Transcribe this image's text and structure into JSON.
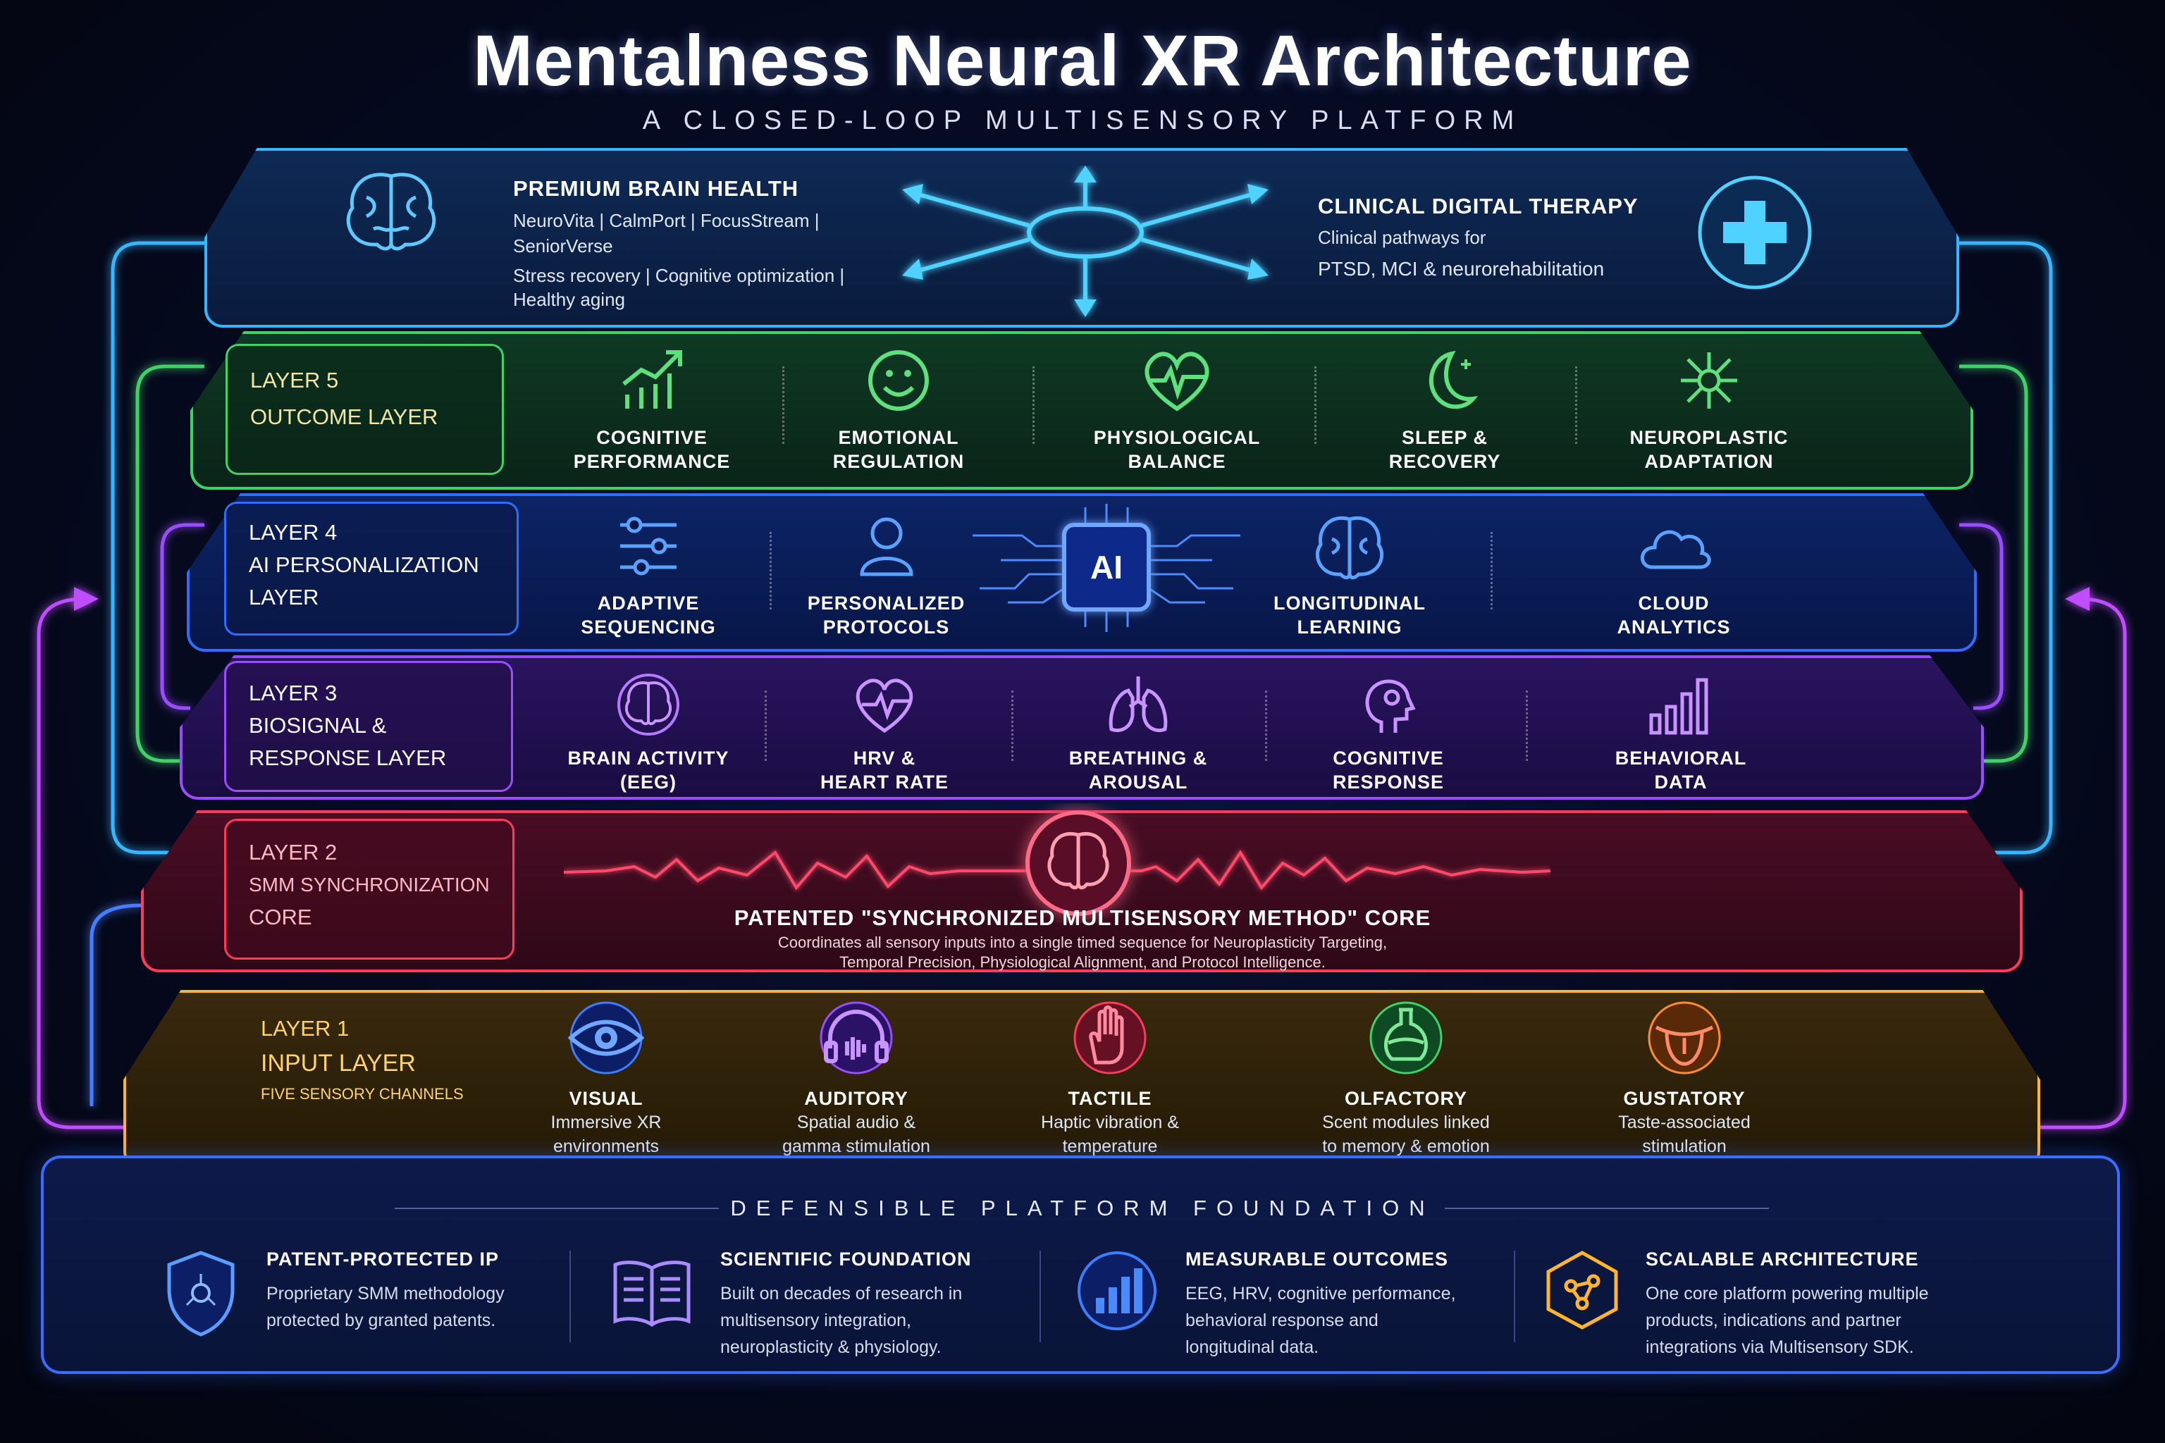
{
  "title": "Mentalness Neural XR Architecture",
  "subtitle": "A CLOSED-LOOP MULTISENSORY PLATFORM",
  "top": {
    "left_title": "PREMIUM BRAIN HEALTH",
    "left_line1": "NeuroVita | CalmPort | FocusStream |",
    "left_line2": "SeniorVerse",
    "left_line3": "Stress recovery | Cognitive optimization |",
    "left_line4": "Healthy aging",
    "right_title": "CLINICAL DIGITAL THERAPY",
    "right_line1": "Clinical pathways for",
    "right_line2": "PTSD, MCI & neurorehabilitation"
  },
  "layer5": {
    "label1": "LAYER 5",
    "label2": "OUTCOME LAYER",
    "items": [
      {
        "l1": "COGNITIVE",
        "l2": "PERFORMANCE",
        "icon": "growth-chart-icon"
      },
      {
        "l1": "EMOTIONAL",
        "l2": "REGULATION",
        "icon": "smiley-icon"
      },
      {
        "l1": "PHYSIOLOGICAL",
        "l2": "BALANCE",
        "icon": "heart-pulse-icon"
      },
      {
        "l1": "SLEEP &",
        "l2": "RECOVERY",
        "icon": "moon-icon"
      },
      {
        "l1": "NEUROPLASTIC",
        "l2": "ADAPTATION",
        "icon": "neuron-icon"
      }
    ]
  },
  "layer4": {
    "label1": "LAYER 4",
    "label2": "AI PERSONALIZATION",
    "label3": "LAYER",
    "chip": "AI",
    "items": [
      {
        "l1": "ADAPTIVE",
        "l2": "SEQUENCING",
        "icon": "sliders-icon"
      },
      {
        "l1": "PERSONALIZED",
        "l2": "PROTOCOLS",
        "icon": "user-icon"
      },
      {
        "l1": "LONGITUDINAL",
        "l2": "LEARNING",
        "icon": "brain-icon"
      },
      {
        "l1": "CLOUD",
        "l2": "ANALYTICS",
        "icon": "cloud-icon"
      }
    ]
  },
  "layer3": {
    "label1": "LAYER 3",
    "label2": "BIOSIGNAL &",
    "label3": "RESPONSE LAYER",
    "items": [
      {
        "l1": "BRAIN ACTIVITY",
        "l2": "(EEG)",
        "icon": "brain-icon"
      },
      {
        "l1": "HRV &",
        "l2": "HEART RATE",
        "icon": "heart-pulse-icon"
      },
      {
        "l1": "BREATHING &",
        "l2": "AROUSAL",
        "icon": "lungs-icon"
      },
      {
        "l1": "COGNITIVE",
        "l2": "RESPONSE",
        "icon": "head-icon"
      },
      {
        "l1": "BEHAVIORAL",
        "l2": "DATA",
        "icon": "bar-chart-icon"
      }
    ]
  },
  "layer2": {
    "label1": "LAYER 2",
    "label2": "SMM SYNCHRONIZATION",
    "label3": "CORE",
    "core_title": "PATENTED \"SYNCHRONIZED MULTISENSORY METHOD\" CORE",
    "core_line1": "Coordinates all sensory inputs into a single timed sequence for Neuroplasticity Targeting,",
    "core_line2": "Temporal Precision, Physiological Alignment, and Protocol Intelligence."
  },
  "layer1": {
    "label1": "LAYER 1",
    "label2": "INPUT LAYER",
    "label3": "FIVE SENSORY CHANNELS",
    "items": [
      {
        "t": "VISUAL",
        "d1": "Immersive XR",
        "d2": "environments",
        "icon": "eye-icon"
      },
      {
        "t": "AUDITORY",
        "d1": "Spatial audio &",
        "d2": "gamma stimulation",
        "icon": "headphones-icon"
      },
      {
        "t": "TACTILE",
        "d1": "Haptic vibration &",
        "d2": "temperature",
        "icon": "hand-icon"
      },
      {
        "t": "OLFACTORY",
        "d1": "Scent modules linked",
        "d2": "to memory & emotion",
        "icon": "scent-flask-icon"
      },
      {
        "t": "GUSTATORY",
        "d1": "Taste-associated",
        "d2": "stimulation",
        "icon": "tongue-icon"
      }
    ]
  },
  "foundation": {
    "title": "DEFENSIBLE PLATFORM FOUNDATION",
    "cols": [
      {
        "h": "PATENT-PROTECTED IP",
        "p1": "Proprietary SMM methodology",
        "p2": "protected by granted patents.",
        "p3": "",
        "icon": "shield-icon"
      },
      {
        "h": "SCIENTIFIC FOUNDATION",
        "p1": "Built on decades of research in",
        "p2": "multisensory integration,",
        "p3": "neuroplasticity & physiology.",
        "icon": "book-icon"
      },
      {
        "h": "MEASURABLE OUTCOMES",
        "p1": "EEG, HRV, cognitive performance,",
        "p2": "behavioral response and",
        "p3": "longitudinal data.",
        "icon": "bar-chart-icon"
      },
      {
        "h": "SCALABLE ARCHITECTURE",
        "p1": "One core platform powering multiple",
        "p2": "products, indications and partner",
        "p3": "integrations via Multisensory SDK.",
        "icon": "cube-network-icon"
      }
    ]
  },
  "colors": {
    "top": "#36b6ff",
    "layer5": "#3fd16a",
    "layer4": "#2f6dff",
    "layer3": "#9a4dff",
    "layer2": "#ff3b5c",
    "layer1": "#ffb52e",
    "foundation": "#3a6cff"
  }
}
